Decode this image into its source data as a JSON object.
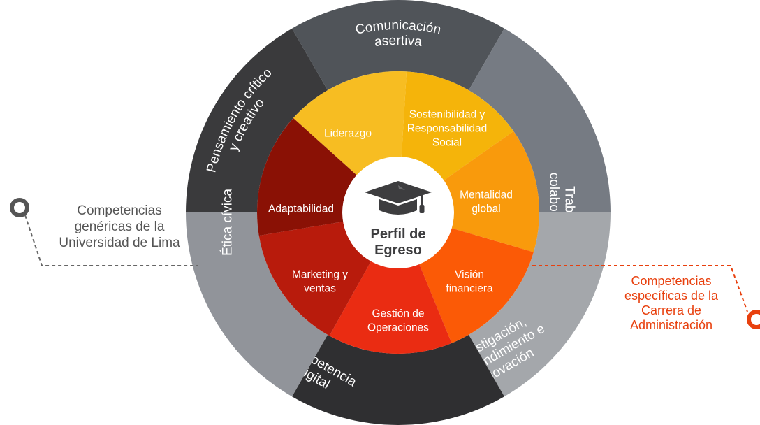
{
  "center": {
    "title_lines": [
      "Perfil de",
      "Egreso"
    ],
    "icon": "graduation-cap-icon"
  },
  "outer_ring": [
    {
      "lines": [
        "Pensamiento crítico",
        "y creativo"
      ],
      "color": "#3a3a3c"
    },
    {
      "lines": [
        "Comunicación",
        "asertiva"
      ],
      "color": "#505459"
    },
    {
      "lines": [
        "Trabajo",
        "colaborativo"
      ],
      "color": "#767b83"
    },
    {
      "lines": [
        "Investigación,",
        "emprendimiento e",
        "innovación"
      ],
      "color": "#a4a7ab"
    },
    {
      "lines": [
        "Competencia",
        "digital"
      ],
      "color": "#2f2f31"
    },
    {
      "lines": [
        "Ética cívica"
      ],
      "color": "#91949a"
    }
  ],
  "inner_ring": [
    {
      "lines": [
        "Liderazgo"
      ],
      "color": "#f7bd22"
    },
    {
      "lines": [
        "Sostenibilidad y",
        "Responsabilidad",
        "Social"
      ],
      "color": "#f5b40a"
    },
    {
      "lines": [
        "Mentalidad",
        "global"
      ],
      "color": "#f99a0c"
    },
    {
      "lines": [
        "Visión",
        "financiera"
      ],
      "color": "#fb5a06"
    },
    {
      "lines": [
        "Gestión de",
        "Operaciones"
      ],
      "color": "#ea2c12"
    },
    {
      "lines": [
        "Marketing y",
        "ventas"
      ],
      "color": "#b81b0c"
    },
    {
      "lines": [
        "Adaptabilidad"
      ],
      "color": "#8a1105"
    }
  ],
  "generic_label": {
    "lines": [
      "Competencias",
      "genéricas de la",
      "Universidad de Lima"
    ],
    "color": "#555555"
  },
  "specific_label": {
    "lines": [
      "Competencias",
      "específicas de la",
      "Carrera de",
      "Administración"
    ],
    "color": "#e8400e"
  }
}
